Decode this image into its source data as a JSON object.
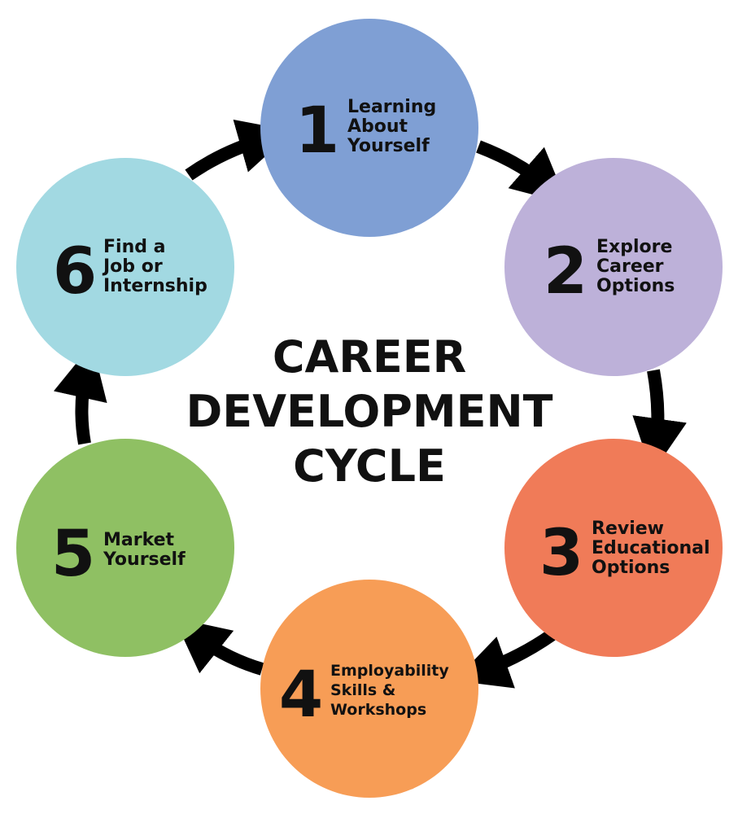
{
  "title": {
    "lines": [
      "CAREER",
      "DEVELOPMENT",
      "CYCLE"
    ]
  },
  "steps": [
    {
      "number": "1",
      "lines": [
        "Learning",
        "About",
        "Yourself"
      ],
      "color": "#7f9fd4"
    },
    {
      "number": "2",
      "lines": [
        "Explore",
        "Career",
        "Options"
      ],
      "color": "#bdb1d9"
    },
    {
      "number": "3",
      "lines": [
        "Review",
        "Educational",
        "Options"
      ],
      "color": "#f07b58"
    },
    {
      "number": "4",
      "lines": [
        "Employability",
        "Skills &",
        "Workshops"
      ],
      "color": "#f79d56"
    },
    {
      "number": "5",
      "lines": [
        "Market",
        "Yourself"
      ],
      "color": "#8fc063"
    },
    {
      "number": "6",
      "lines": [
        "Find a",
        "Job or",
        "Internship"
      ],
      "color": "#a2d9e2"
    }
  ],
  "arrow_color": "#000000"
}
